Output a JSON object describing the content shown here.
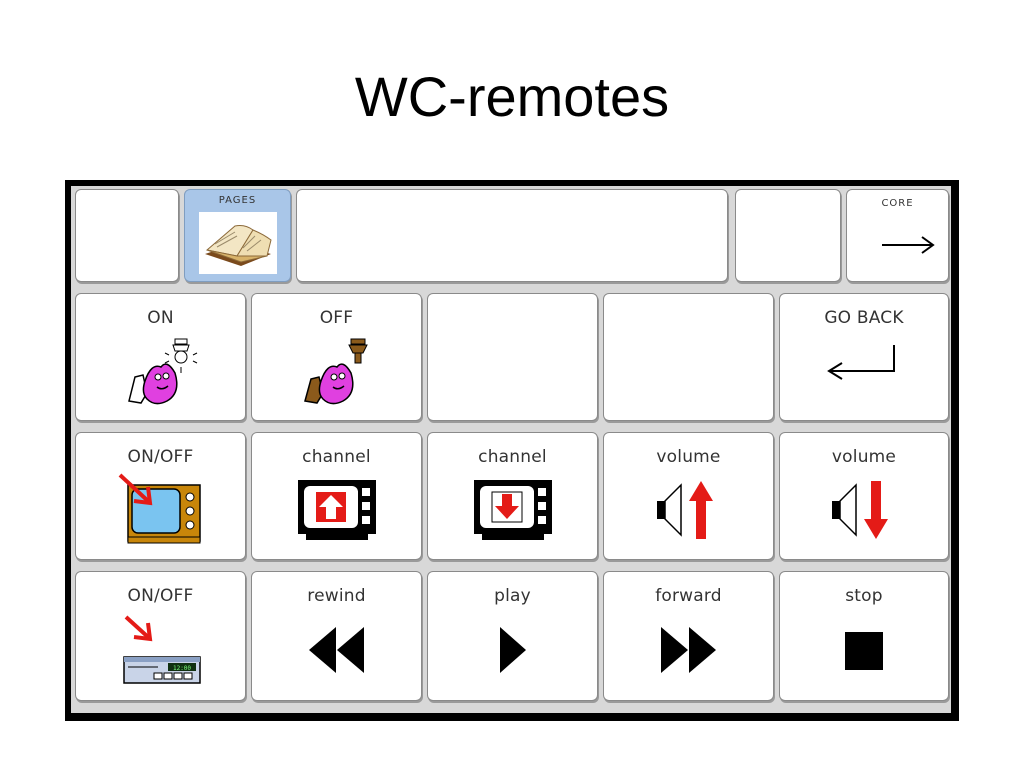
{
  "slide": {
    "title": "WC-remotes"
  },
  "colors": {
    "accent_red": "#e41b17",
    "pages_button_bg": "#a9c6e8",
    "board_border": "#000000"
  },
  "top_bar": {
    "pages_label": "PAGES",
    "core_label": "CORE"
  },
  "row1": {
    "on_label": "ON",
    "off_label": "OFF",
    "go_back_label": "GO BACK"
  },
  "row2": {
    "tv_onoff_label": "ON/OFF",
    "channel_up_label": "channel",
    "channel_down_label": "channel",
    "volume_up_label": "volume",
    "volume_down_label": "volume"
  },
  "row3": {
    "vcr_onoff_label": "ON/OFF",
    "rewind_label": "rewind",
    "play_label": "play",
    "forward_label": "forward",
    "stop_label": "stop",
    "vcr_display_text": "12:00"
  },
  "icons": [
    "book-icon",
    "right-arrow-icon",
    "light-on-icon",
    "light-off-icon",
    "return-arrow-icon",
    "tv-power-icon",
    "tv-channel-up-icon",
    "tv-channel-down-icon",
    "volume-up-icon",
    "volume-down-icon",
    "vcr-power-icon",
    "rewind-icon",
    "play-icon",
    "forward-icon",
    "stop-icon"
  ]
}
